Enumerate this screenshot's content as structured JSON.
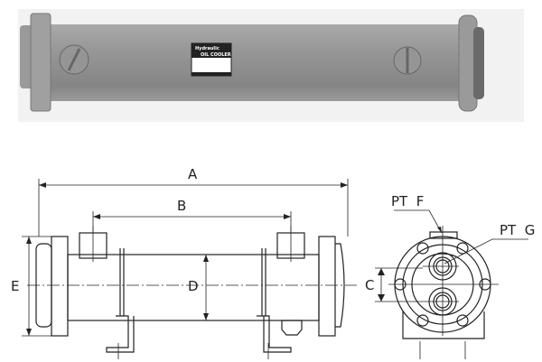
{
  "photo": {
    "nameplate_text": "OIL COOLER",
    "brand_text": "Hydraulic"
  },
  "dimensions": {
    "a": "A",
    "b": "B",
    "c": "C",
    "d": "D",
    "e": "E"
  },
  "ports": {
    "f": "PT  F",
    "g": "PT  G"
  },
  "colors": {
    "body": "#8c8c8c",
    "line": "#222222"
  }
}
